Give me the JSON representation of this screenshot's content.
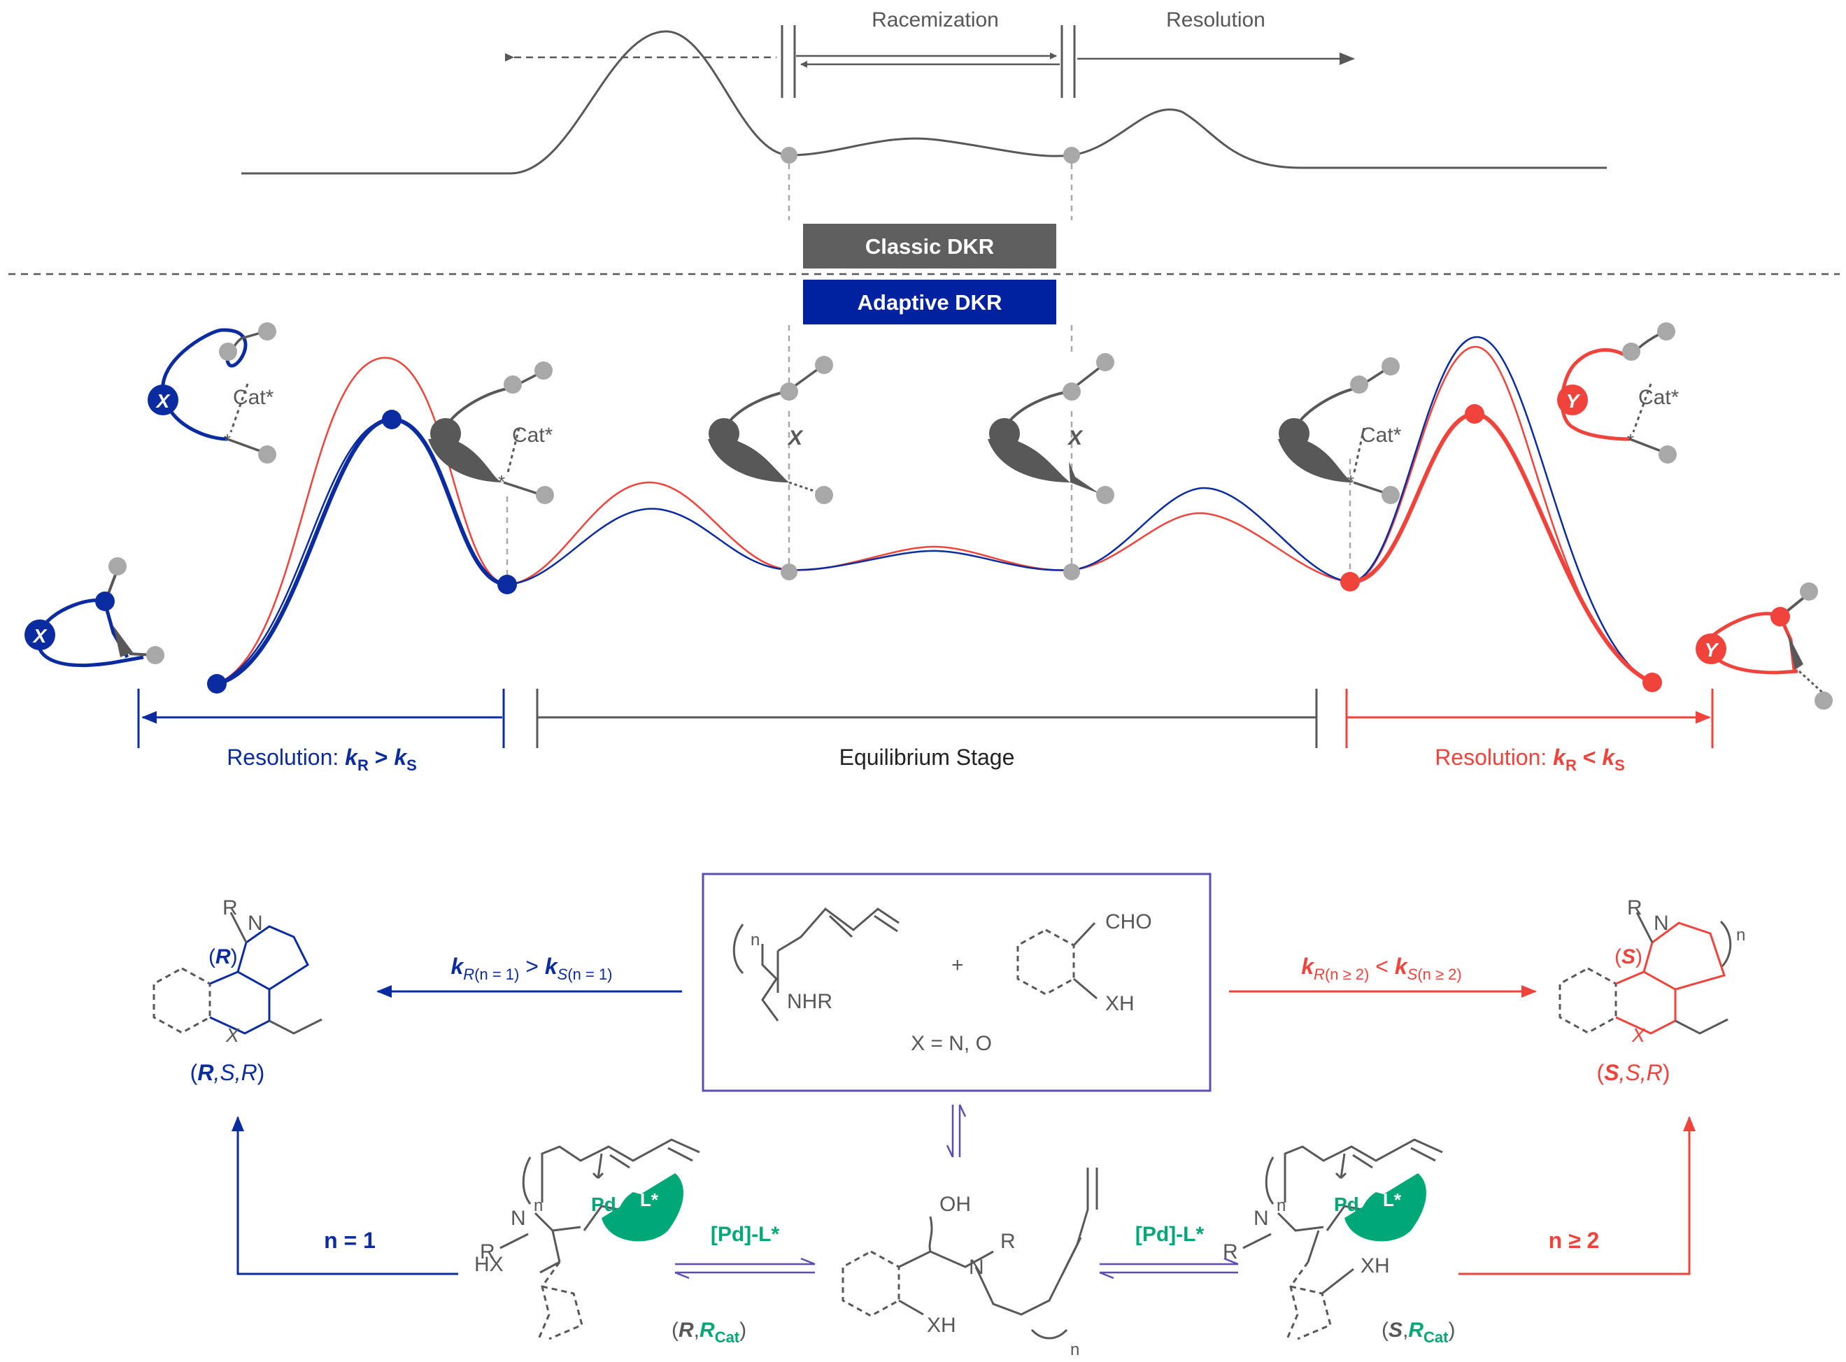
{
  "top": {
    "racemization": "Racemization",
    "resolution": "Resolution"
  },
  "legend": {
    "classic": "Classic DKR",
    "adaptive": "Adaptive DKR"
  },
  "energy": {
    "cat": "Cat*",
    "star": "*",
    "x": "X",
    "y": "Y",
    "left_res_prefix": "Resolution: ",
    "k": "k",
    "sub_r": "R",
    "sub_s": "S",
    "gt": ">",
    "lt": "<",
    "equilibrium": "Equilibrium Stage"
  },
  "scheme": {
    "r_sub": "R",
    "n_sub": "n",
    "nhr": "NHR",
    "cho": "CHO",
    "xh": "XH",
    "hx": "HX",
    "plus": "+",
    "x_def": "X = N, O",
    "n_sub_eq1": "(n = 1)",
    "n_sub_ge2": "(n ≥ 2)",
    "n_eq_1": "n = 1",
    "n_ge_2": "n ≥ 2",
    "pd": "Pd",
    "l_star": "L*",
    "pd_l": "[Pd]-L*",
    "oh": "OH",
    "n_atom": "N",
    "cat_sub": "Cat",
    "product_left_config": [
      "R",
      ",S,",
      "R"
    ],
    "product_right_config": [
      "S",
      ",S,",
      "R"
    ],
    "inter_left_config": "R",
    "inter_right_config": "S"
  },
  "colors": {
    "gray": "#585858",
    "blue": "#0b2ca0",
    "red": "#f0433b",
    "green": "#00a878",
    "purple": "#5a4fb0",
    "node": "#a8a8a8"
  }
}
